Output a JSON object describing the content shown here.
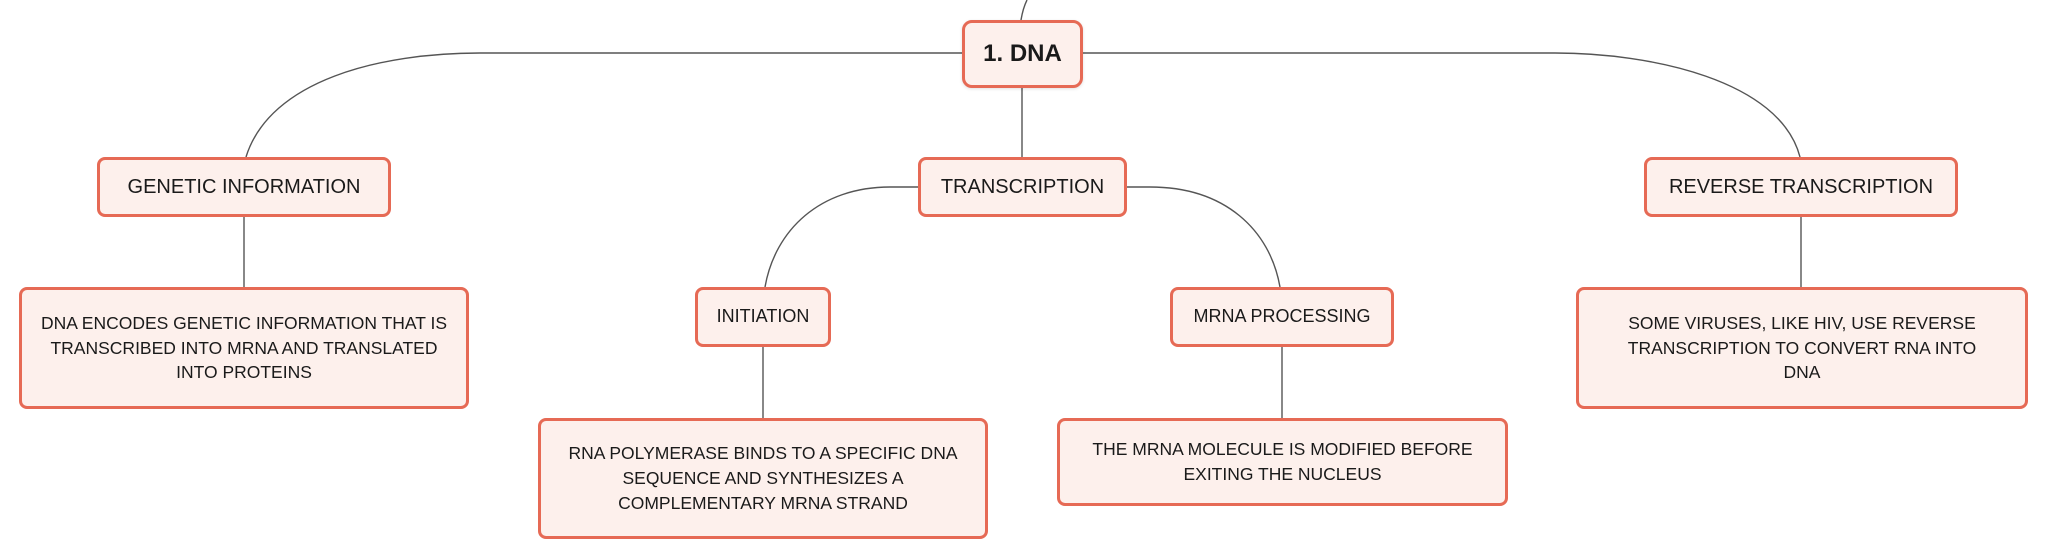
{
  "colors": {
    "node_border": "#e66a55",
    "node_fill": "#fdf0ec",
    "connector": "#555555",
    "text": "#1a1a1a"
  },
  "mindmap": {
    "root": {
      "label": "1. DNA"
    },
    "genetic_information": {
      "label": "GENETIC INFORMATION",
      "detail": "DNA ENCODES GENETIC INFORMATION THAT IS TRANSCRIBED INTO MRNA AND TRANSLATED INTO PROTEINS"
    },
    "transcription": {
      "label": "TRANSCRIPTION",
      "initiation": {
        "label": "INITIATION",
        "detail": "RNA POLYMERASE BINDS TO A SPECIFIC DNA SEQUENCE AND SYNTHESIZES A COMPLEMENTARY MRNA STRAND"
      },
      "mrna_processing": {
        "label": "MRNA PROCESSING",
        "detail": "THE MRNA MOLECULE IS MODIFIED BEFORE EXITING THE NUCLEUS"
      }
    },
    "reverse_transcription": {
      "label": "REVERSE TRANSCRIPTION",
      "detail": "SOME VIRUSES, LIKE HIV, USE REVERSE TRANSCRIPTION TO CONVERT RNA INTO DNA"
    }
  }
}
